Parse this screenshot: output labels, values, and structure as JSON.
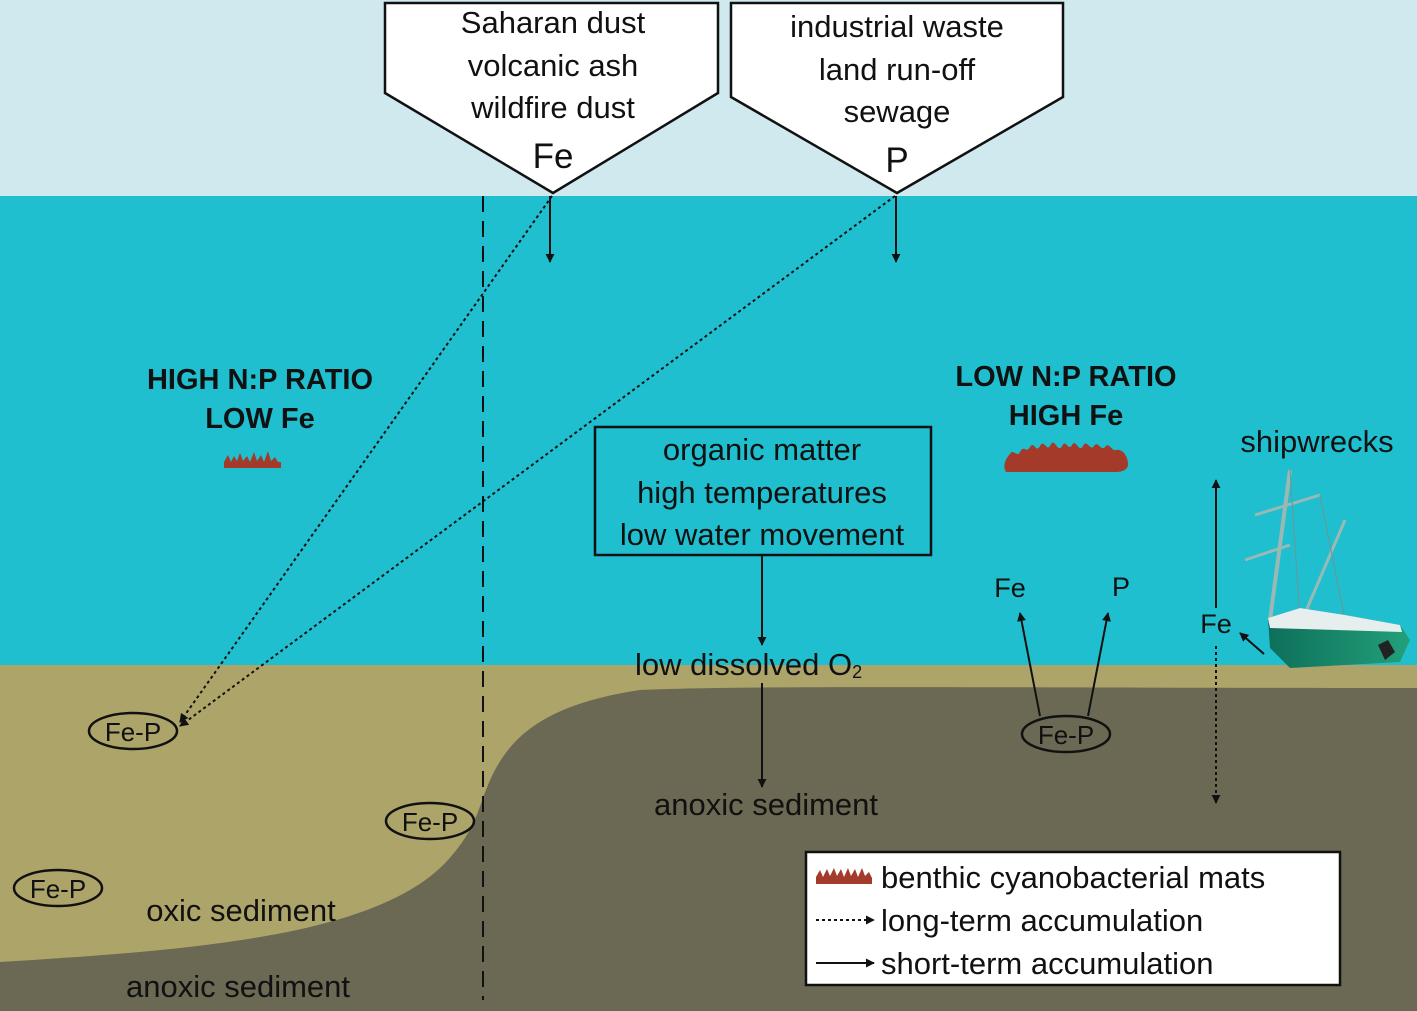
{
  "sources": {
    "fe": {
      "lines": [
        "Saharan dust",
        "volcanic ash",
        "wildfire dust"
      ],
      "symbol": "Fe"
    },
    "p": {
      "lines": [
        "industrial waste",
        "land run-off",
        "sewage"
      ],
      "symbol": "P"
    }
  },
  "left_zone": {
    "line1": "HIGH N:P RATIO",
    "line2": "LOW Fe"
  },
  "right_zone": {
    "line1": "LOW N:P RATIO",
    "line2": "HIGH Fe"
  },
  "conditions_box": {
    "lines": [
      "organic matter",
      "high temperatures",
      "low water movement"
    ]
  },
  "labels": {
    "low_o2": "low dissolved O",
    "o2_subscript": "2",
    "anoxic_right": "anoxic sediment",
    "oxic": "oxic sediment",
    "anoxic_left": "anoxic sediment",
    "shipwrecks": "shipwrecks",
    "fe_release": "Fe",
    "p_release": "P",
    "fe_ship": "Fe",
    "fep": "Fe-P"
  },
  "legend": {
    "mats": "benthic cyanobacterial mats",
    "long_term": "long-term accumulation",
    "short_term": "short-term accumulation"
  },
  "colors": {
    "sky": "#cfe9ee",
    "water": "#1fbfcf",
    "oxic_sediment": "#ada46a",
    "anoxic_sediment": "#6b6853",
    "mats": "#a33a2a",
    "line": "#111111"
  }
}
